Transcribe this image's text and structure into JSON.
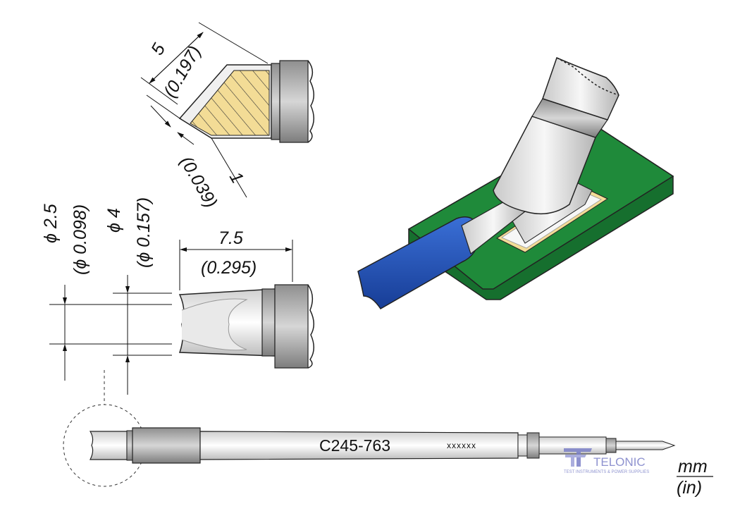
{
  "dimensions": {
    "tip_width_mm": "5",
    "tip_width_in": "(0.197)",
    "bevel_mm": "1",
    "bevel_in": "(0.039)",
    "inner_dia_mm": "ϕ 2.5",
    "inner_dia_in": "(ϕ 0.098)",
    "outer_dia_mm": "ϕ 4",
    "outer_dia_in": "(ϕ 0.157)",
    "length_mm": "7.5",
    "length_in": "(0.295)"
  },
  "cartridge": {
    "part_number": "C245-763",
    "serial": "xxxxxx"
  },
  "units": {
    "metric": "mm",
    "imperial": "(in)"
  },
  "watermark": {
    "brand": "TELONIC",
    "tagline": "TEST INSTRUMENTS & POWER SUPPLIES"
  },
  "colors": {
    "pcb_green": "#1f8a3a",
    "cable_blue": "#1f4fb8",
    "tin_hatch": "#f3dc96",
    "watermark": "#7b80c7"
  }
}
